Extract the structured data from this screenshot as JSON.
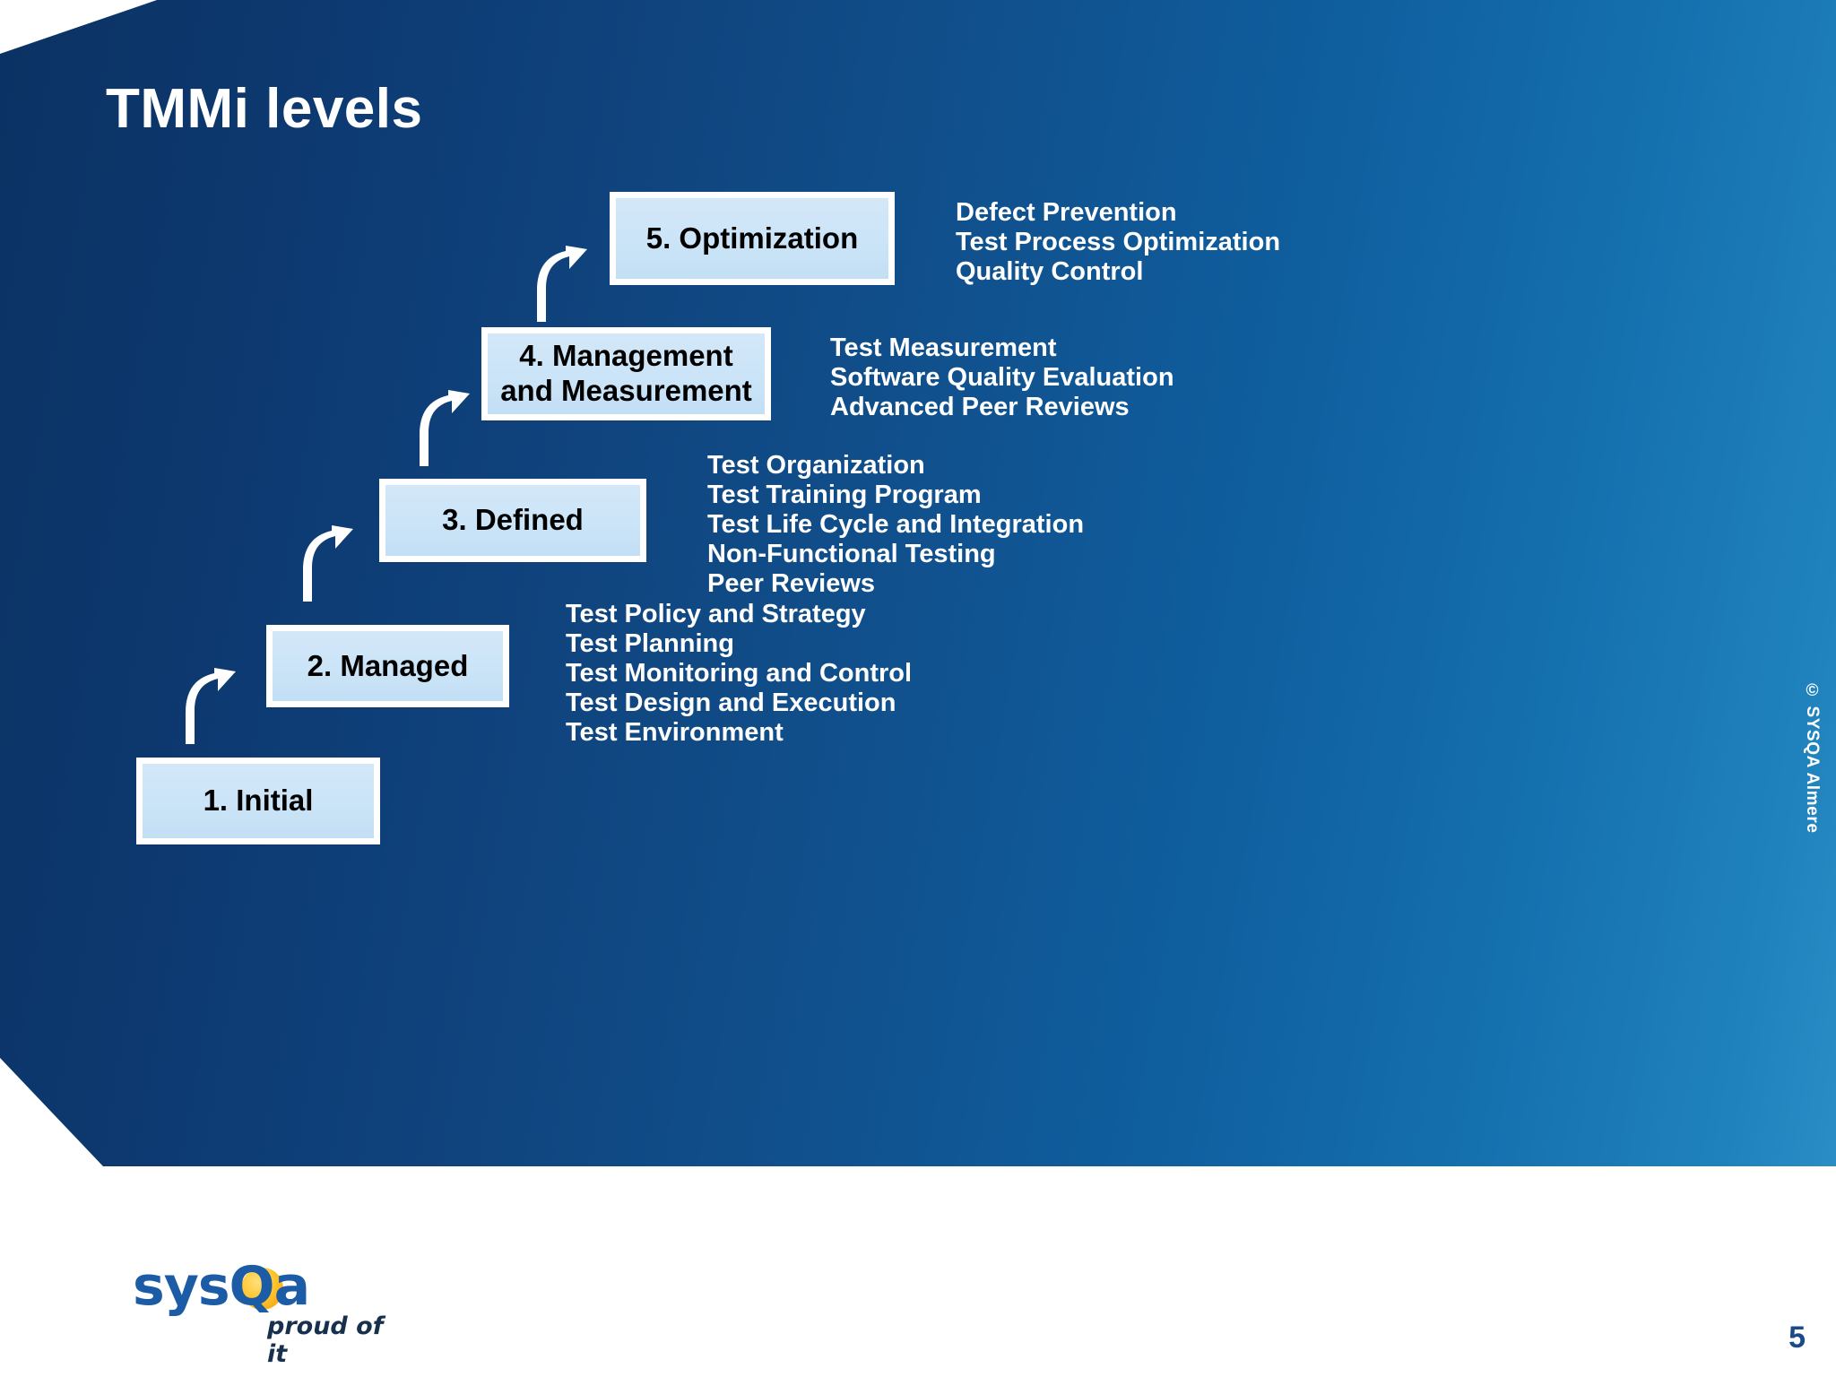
{
  "slide": {
    "title": "TMMi levels",
    "page_number": "5",
    "copyright": "© SYSQA Almere",
    "accent_dark": "#0b3263",
    "accent_light": "#2a8dc6",
    "box_fill": "#cbe4f7",
    "box_border": "#ffffff",
    "text_on_blue": "#ffffff"
  },
  "logo": {
    "word_pre": "sys",
    "word_q": "Q",
    "word_post": "a",
    "tagline": "proud of it",
    "brand_blue": "#1c5ba5",
    "brand_orange": "#f5a812"
  },
  "levels": [
    {
      "id": "level-5",
      "label": "5. Optimization",
      "process_areas": [
        "Defect Prevention",
        "Test Process Optimization",
        "Quality Control"
      ]
    },
    {
      "id": "level-4",
      "label": "4. Management\nand Measurement",
      "label_line1": "4. Management",
      "label_line2": "and Measurement",
      "process_areas": [
        "Test Measurement",
        "Software Quality Evaluation",
        "Advanced Peer Reviews"
      ]
    },
    {
      "id": "level-3",
      "label": "3. Defined",
      "process_areas": [
        "Test Organization",
        "Test Training Program",
        "Test Life Cycle and Integration",
        "Non-Functional Testing",
        "Peer Reviews"
      ]
    },
    {
      "id": "level-2",
      "label": "2. Managed",
      "process_areas": [
        "Test Policy and Strategy",
        "Test Planning",
        "Test Monitoring and Control",
        "Test Design and Execution",
        "Test Environment"
      ]
    },
    {
      "id": "level-1",
      "label": "1. Initial",
      "process_areas": []
    }
  ],
  "arrows": {
    "count": 4,
    "shape": "curved-up-right-arrow",
    "color": "#ffffff"
  }
}
